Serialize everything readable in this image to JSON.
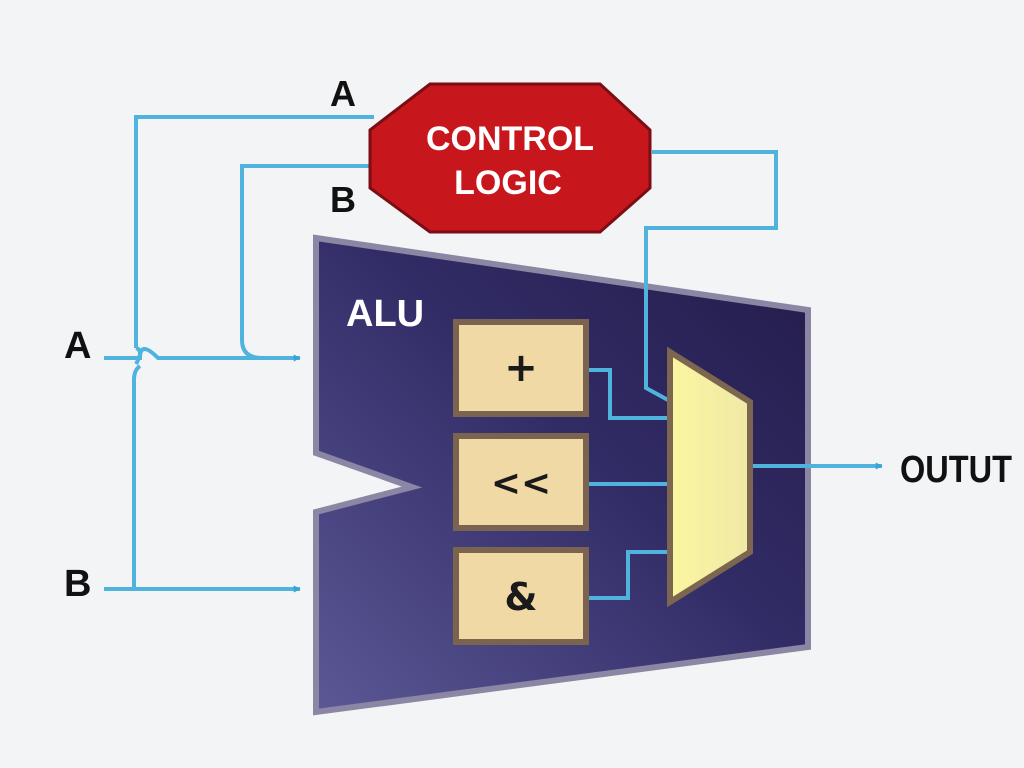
{
  "inputs": {
    "a_left": "A",
    "b_left": "B",
    "a_top": "A",
    "b_top": "B"
  },
  "control_logic": {
    "line1": "CONTROL",
    "line2": "LOGIC"
  },
  "alu": {
    "title": "ALU",
    "operations": [
      {
        "symbol": "+",
        "icon": "plus-icon"
      },
      {
        "symbol": "<<",
        "icon": "shift-left-icon"
      },
      {
        "symbol": "&",
        "icon": "and-icon"
      }
    ]
  },
  "output": {
    "label": "OUTUT"
  },
  "colors": {
    "wire": "#4fb3de",
    "control_logic_fill": "#c8161d",
    "alu_fill": "#2f2a5c",
    "mux_fill": "#f4ef8a",
    "op_box_fill": "#f1d9a6",
    "op_box_border": "#7a6450"
  }
}
